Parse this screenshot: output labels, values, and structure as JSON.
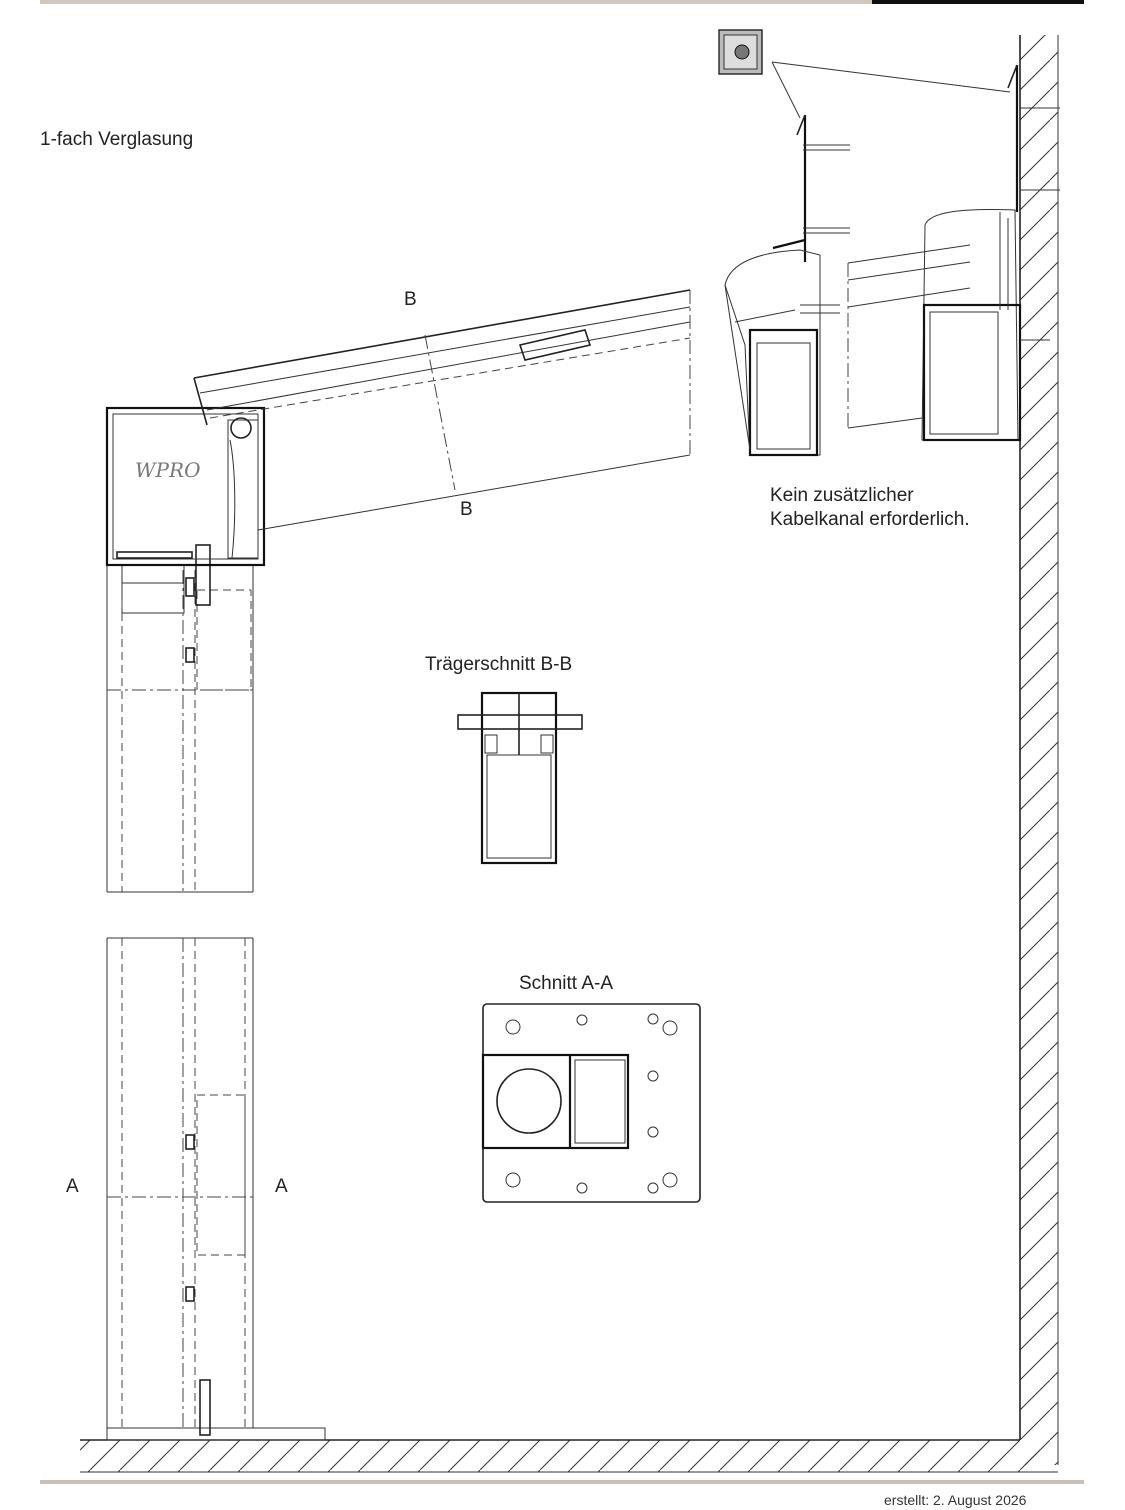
{
  "page": {
    "title": "1-fach Verglasung",
    "note_line1": "Kein zusätzlicher",
    "note_line2": "Kabelkanal erforderlich.",
    "section_beam": "Trägerschnitt B-B",
    "section_post": "Schnitt A-A",
    "mark_b": "B",
    "mark_a": "A",
    "footer": "erstellt: 2. August 2026",
    "logo_text": "WPRO"
  },
  "colors": {
    "top_bar_light": "#d0c8c0",
    "top_bar_dark": "#111111",
    "bottom_bar": "#c8c0b8",
    "line": "#222222"
  }
}
